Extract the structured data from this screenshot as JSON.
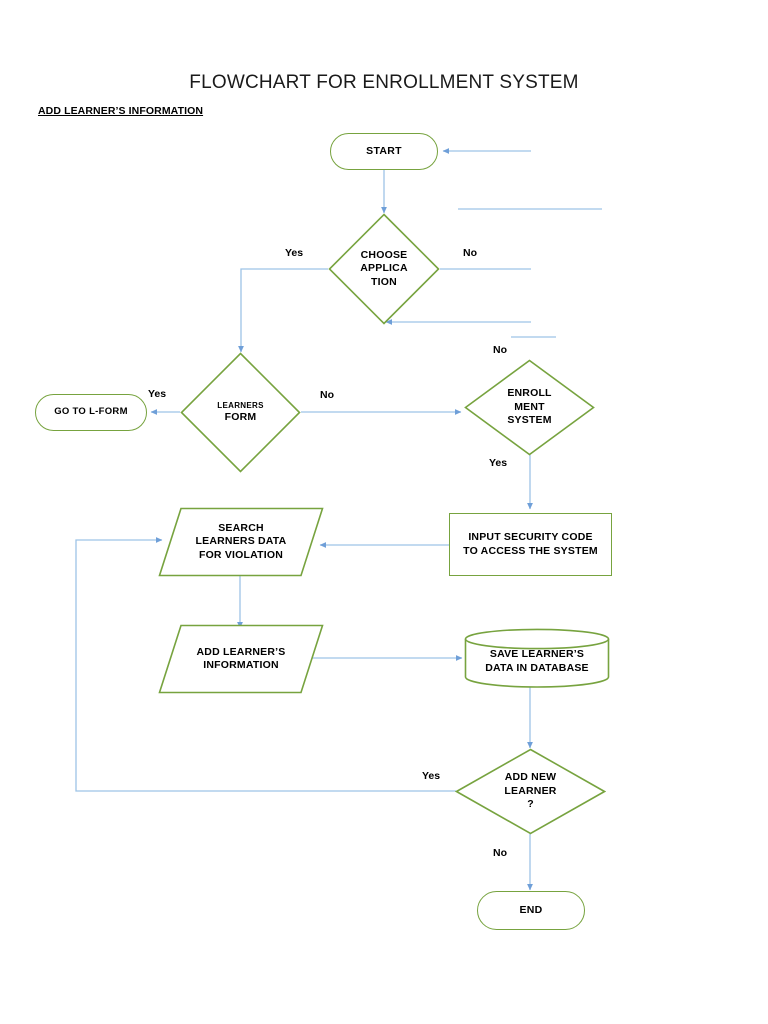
{
  "page": {
    "title": "FLOWCHART FOR ENROLLMENT SYSTEM",
    "subtitle": "ADD LEARNER’S INFORMATION"
  },
  "colors": {
    "shape_border": "#77a33f",
    "connector": "#9dc3e6",
    "text": "#000000",
    "background": "#ffffff"
  },
  "nodes": {
    "start": {
      "label": "START",
      "shape": "terminator"
    },
    "choose_application": {
      "line1": "CHOOSE",
      "line2": "APPLICA",
      "line3": "TION",
      "shape": "decision"
    },
    "learners_form": {
      "line1": "LEARNERS",
      "line2": "FORM",
      "shape": "decision"
    },
    "goto_l_form": {
      "label": "GO TO L-FORM",
      "shape": "terminator"
    },
    "enrollment_system": {
      "line1": "ENROLL",
      "line2": "MENT",
      "line3": "SYSTEM",
      "shape": "decision"
    },
    "search_violation": {
      "line1": "SEARCH",
      "line2": "LEARNERS DATA",
      "line3": "FOR VIOLATION",
      "shape": "parallelogram"
    },
    "input_security_code": {
      "line1": "INPUT SECURITY CODE",
      "line2": "TO ACCESS THE SYSTEM",
      "shape": "process"
    },
    "add_learner_info": {
      "line1": "ADD LEARNER’S",
      "line2": "INFORMATION",
      "shape": "parallelogram"
    },
    "save_database": {
      "line1": "SAVE LEARNER’S",
      "line2": "DATA IN DATABASE",
      "shape": "database"
    },
    "add_new_learner": {
      "line1": "ADD NEW",
      "line2": "LEARNER",
      "line3": "?",
      "shape": "decision"
    },
    "end": {
      "label": "END",
      "shape": "terminator"
    }
  },
  "connector_labels": {
    "choose_yes": "Yes",
    "choose_no": "No",
    "learners_form_yes": "Yes",
    "learners_form_no": "No",
    "enrollment_no": "No",
    "enrollment_yes": "Yes",
    "add_new_learner_yes": "Yes",
    "add_new_learner_no": "No"
  }
}
